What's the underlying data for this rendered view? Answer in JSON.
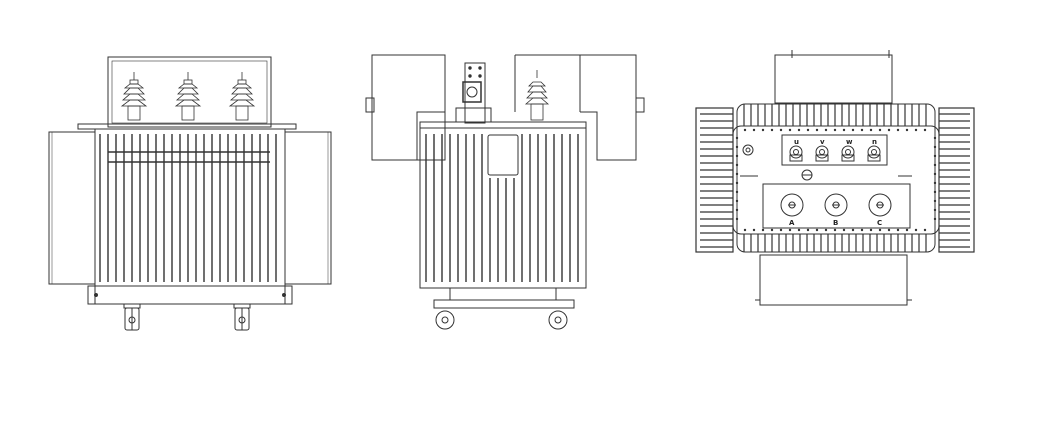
{
  "drawing": {
    "views": [
      "front-view",
      "side-view",
      "top-view"
    ],
    "top_view": {
      "phase_labels": [
        "A",
        "B",
        "C"
      ],
      "lv_terminal_labels": [
        "u",
        "v",
        "w",
        "n"
      ]
    },
    "line_color": "#333333"
  }
}
